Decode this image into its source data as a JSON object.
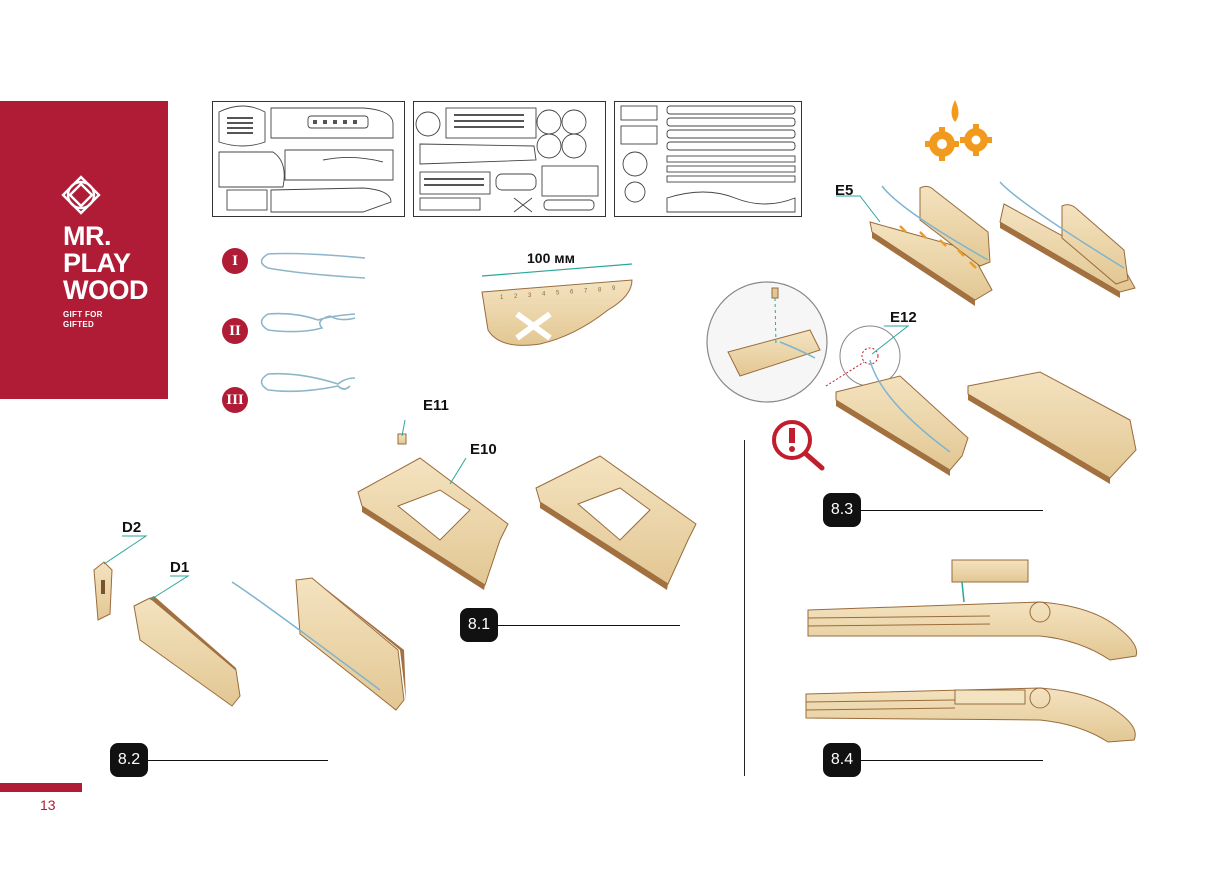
{
  "brand": {
    "name_lines": [
      "MR.",
      "PLAY",
      "WOOD"
    ],
    "tagline_lines": [
      "GIFT FOR",
      "GIFTED"
    ],
    "color": "#b01c36"
  },
  "page": {
    "number": "13"
  },
  "knot_steps": [
    "I",
    "II",
    "III"
  ],
  "measure": {
    "label": "100 мм",
    "ruler_ticks": [
      "1",
      "2",
      "3",
      "4",
      "5",
      "6",
      "7",
      "8",
      "9"
    ]
  },
  "parts": {
    "e5": "E5",
    "e12": "E12",
    "e11": "E11",
    "e10": "E10",
    "d2": "D2",
    "d1": "D1"
  },
  "steps": {
    "s81": "8.1",
    "s82": "8.2",
    "s83": "8.3",
    "s84": "8.4"
  },
  "icons": {
    "lubricate": "gears-oil-icon",
    "inspect": "magnifier-warning-icon",
    "logo": "mr-playwood-logo-icon"
  },
  "colors": {
    "wood": "#ecd7ad",
    "wood_edge": "#9a6b3c",
    "accent_orange": "#f29a1e",
    "leader_teal": "#2aa79b"
  }
}
